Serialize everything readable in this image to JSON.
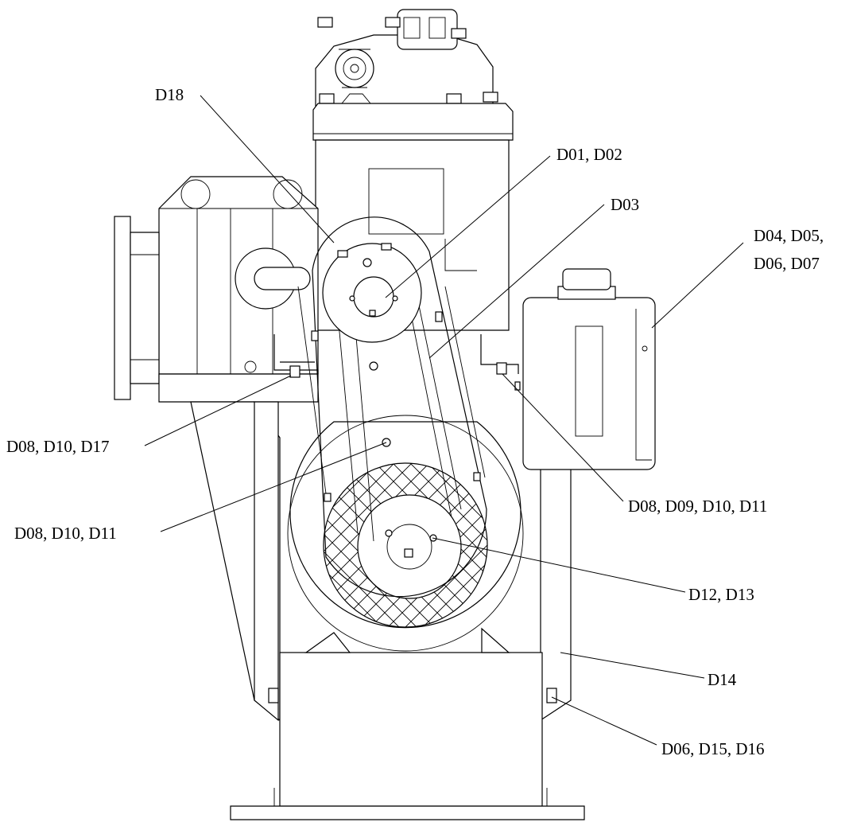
{
  "labels": {
    "d18": "D18",
    "d01_d02": "D01, D02",
    "d03": "D03",
    "d04_line1": "D04, D05,",
    "d04_line2": "D06, D07",
    "d08_d10_d17": "D08, D10, D17",
    "d08_d10_d11": "D08, D10, D11",
    "d08_d09_d10_d11": "D08, D09, D10, D11",
    "d12_d13": "D12, D13",
    "d14": "D14",
    "d06_d15_d16": "D06, D15, D16"
  },
  "colors": {
    "line": "#000000",
    "background": "#ffffff"
  }
}
